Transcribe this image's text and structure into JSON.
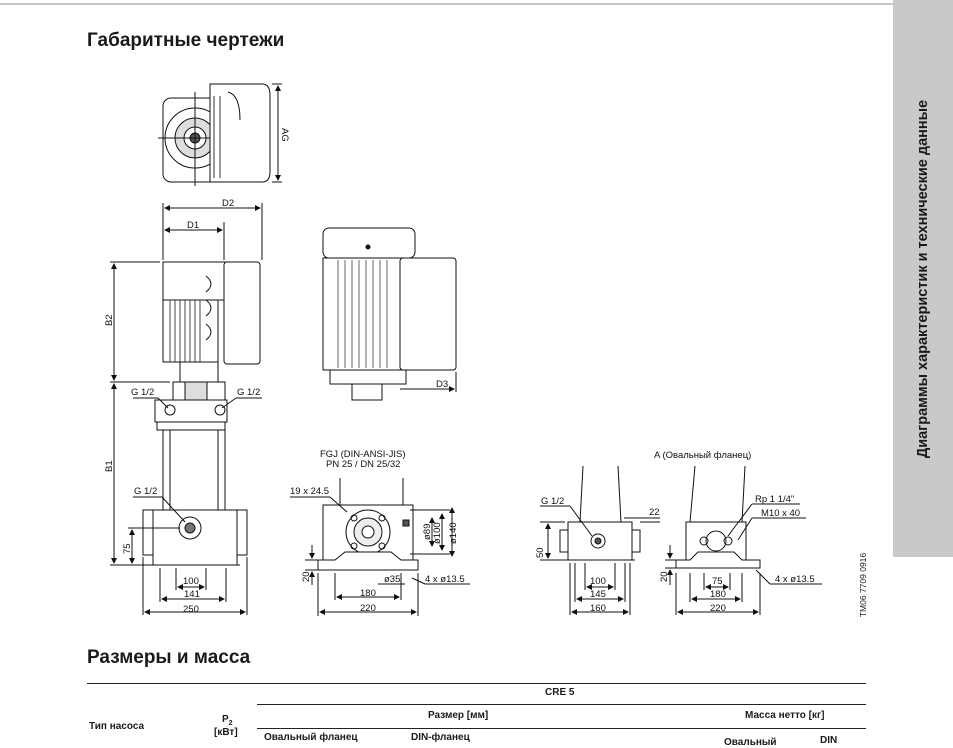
{
  "sidebar": {
    "title": "Диаграммы характеристик и технические данные"
  },
  "section1": {
    "title": "Габаритные чертежи"
  },
  "section2": {
    "title": "Размеры и масса"
  },
  "drawing": {
    "code": "TM06 7709 0916",
    "labels": {
      "ag": "AG",
      "d2": "D2",
      "d1": "D1",
      "b2": "B2",
      "b1": "B1",
      "d3": "D3",
      "g12_left": "G 1/2",
      "g12_right": "G 1/2",
      "g12_low": "G 1/2",
      "dim75": "75",
      "dim100": "100",
      "dim141": "141",
      "dim250": "250",
      "fgj_title": "FGJ (DIN-ANSI-JIS)",
      "fgj_pn": "PN 25 / DN 25/32",
      "fgj_holes": "19 x 24.5",
      "fgj_89": "ø89",
      "fgj_100": "ø100",
      "fgj_140": "ø140",
      "fgj_20": "20",
      "fgj_35": "ø35",
      "fgj_4x": "4 x ø13.5",
      "fgj_180": "180",
      "fgj_220": "220",
      "a_title": "A (Овальный фланец)",
      "a_g12": "G 1/2",
      "a_22": "22",
      "a_50": "50",
      "a_100": "100",
      "a_145": "145",
      "a_160": "160",
      "a_rp": "Rp 1 1/4\"",
      "a_m10": "M10 x 40",
      "a_20": "20",
      "a_75": "75",
      "a_4x": "4 x ø13.5",
      "a_180": "180",
      "a_220": "220"
    }
  },
  "table": {
    "group": "CRE 5",
    "col_pump_type": "Тип насоса",
    "col_p2": "P",
    "col_p2_sub": "2",
    "col_p2_unit": "[кВт]",
    "col_size": "Размер [мм]",
    "col_mass": "Масса нетто [кг]",
    "sub_oval": "Овальный фланец",
    "sub_din": "DIN-фланец",
    "sub_mass_oval": "Овальный",
    "sub_mass_din": "DIN"
  }
}
